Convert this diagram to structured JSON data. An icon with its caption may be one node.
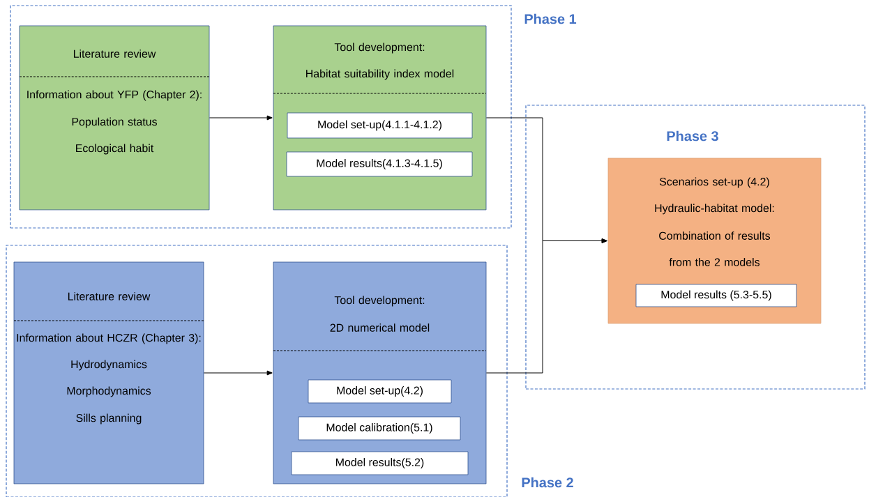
{
  "diagram": {
    "nodes": [
      {
        "text": [
          "Phase 1"
        ]
      },
      {
        "text": [
          "Literature review",
          "Information about YFP (Chapter 2):",
          "Population status",
          "Ecological habit"
        ],
        "in": 0
      },
      {
        "text": [
          "Tool development:",
          "Habitat suitability index model"
        ],
        "in": 0
      },
      {
        "text": [
          "Model set-up(4.1.1-4.1.2)"
        ],
        "in": 2
      },
      {
        "text": [
          "Model results(4.1.3-4.1.5)"
        ],
        "in": 2
      },
      {
        "text": [
          "Phase 2"
        ]
      },
      {
        "text": [
          "Literature review",
          "Information about HCZR (Chapter 3):",
          "Hydrodynamics",
          "Morphodynamics",
          "Sills planning"
        ],
        "in": 5
      },
      {
        "text": [
          "Tool development:",
          "2D numerical model"
        ],
        "in": 5
      },
      {
        "text": [
          "Model set-up(4.2)"
        ],
        "in": 7
      },
      {
        "text": [
          "Model calibration(5.1)"
        ],
        "in": 7
      },
      {
        "text": [
          "Model results(5.2)"
        ],
        "in": 7
      },
      {
        "text": [
          "Phase 3"
        ]
      },
      {
        "text": [
          "Scenarios set-up (4.2)",
          "Hydraulic-habitat model:",
          "Combination of results from the 2 models"
        ],
        "in": 11
      },
      {
        "text": [
          "Model results (5.3-5.5)"
        ],
        "in": 12
      }
    ],
    "edges": [
      {
        "from": 1,
        "to": 2,
        "arrow": "to"
      },
      {
        "from": 6,
        "to": 7,
        "arrow": "to"
      },
      {
        "from": 2,
        "to": 12,
        "arrow": "to"
      },
      {
        "from": 7,
        "to": 12,
        "arrow": "to"
      }
    ]
  }
}
